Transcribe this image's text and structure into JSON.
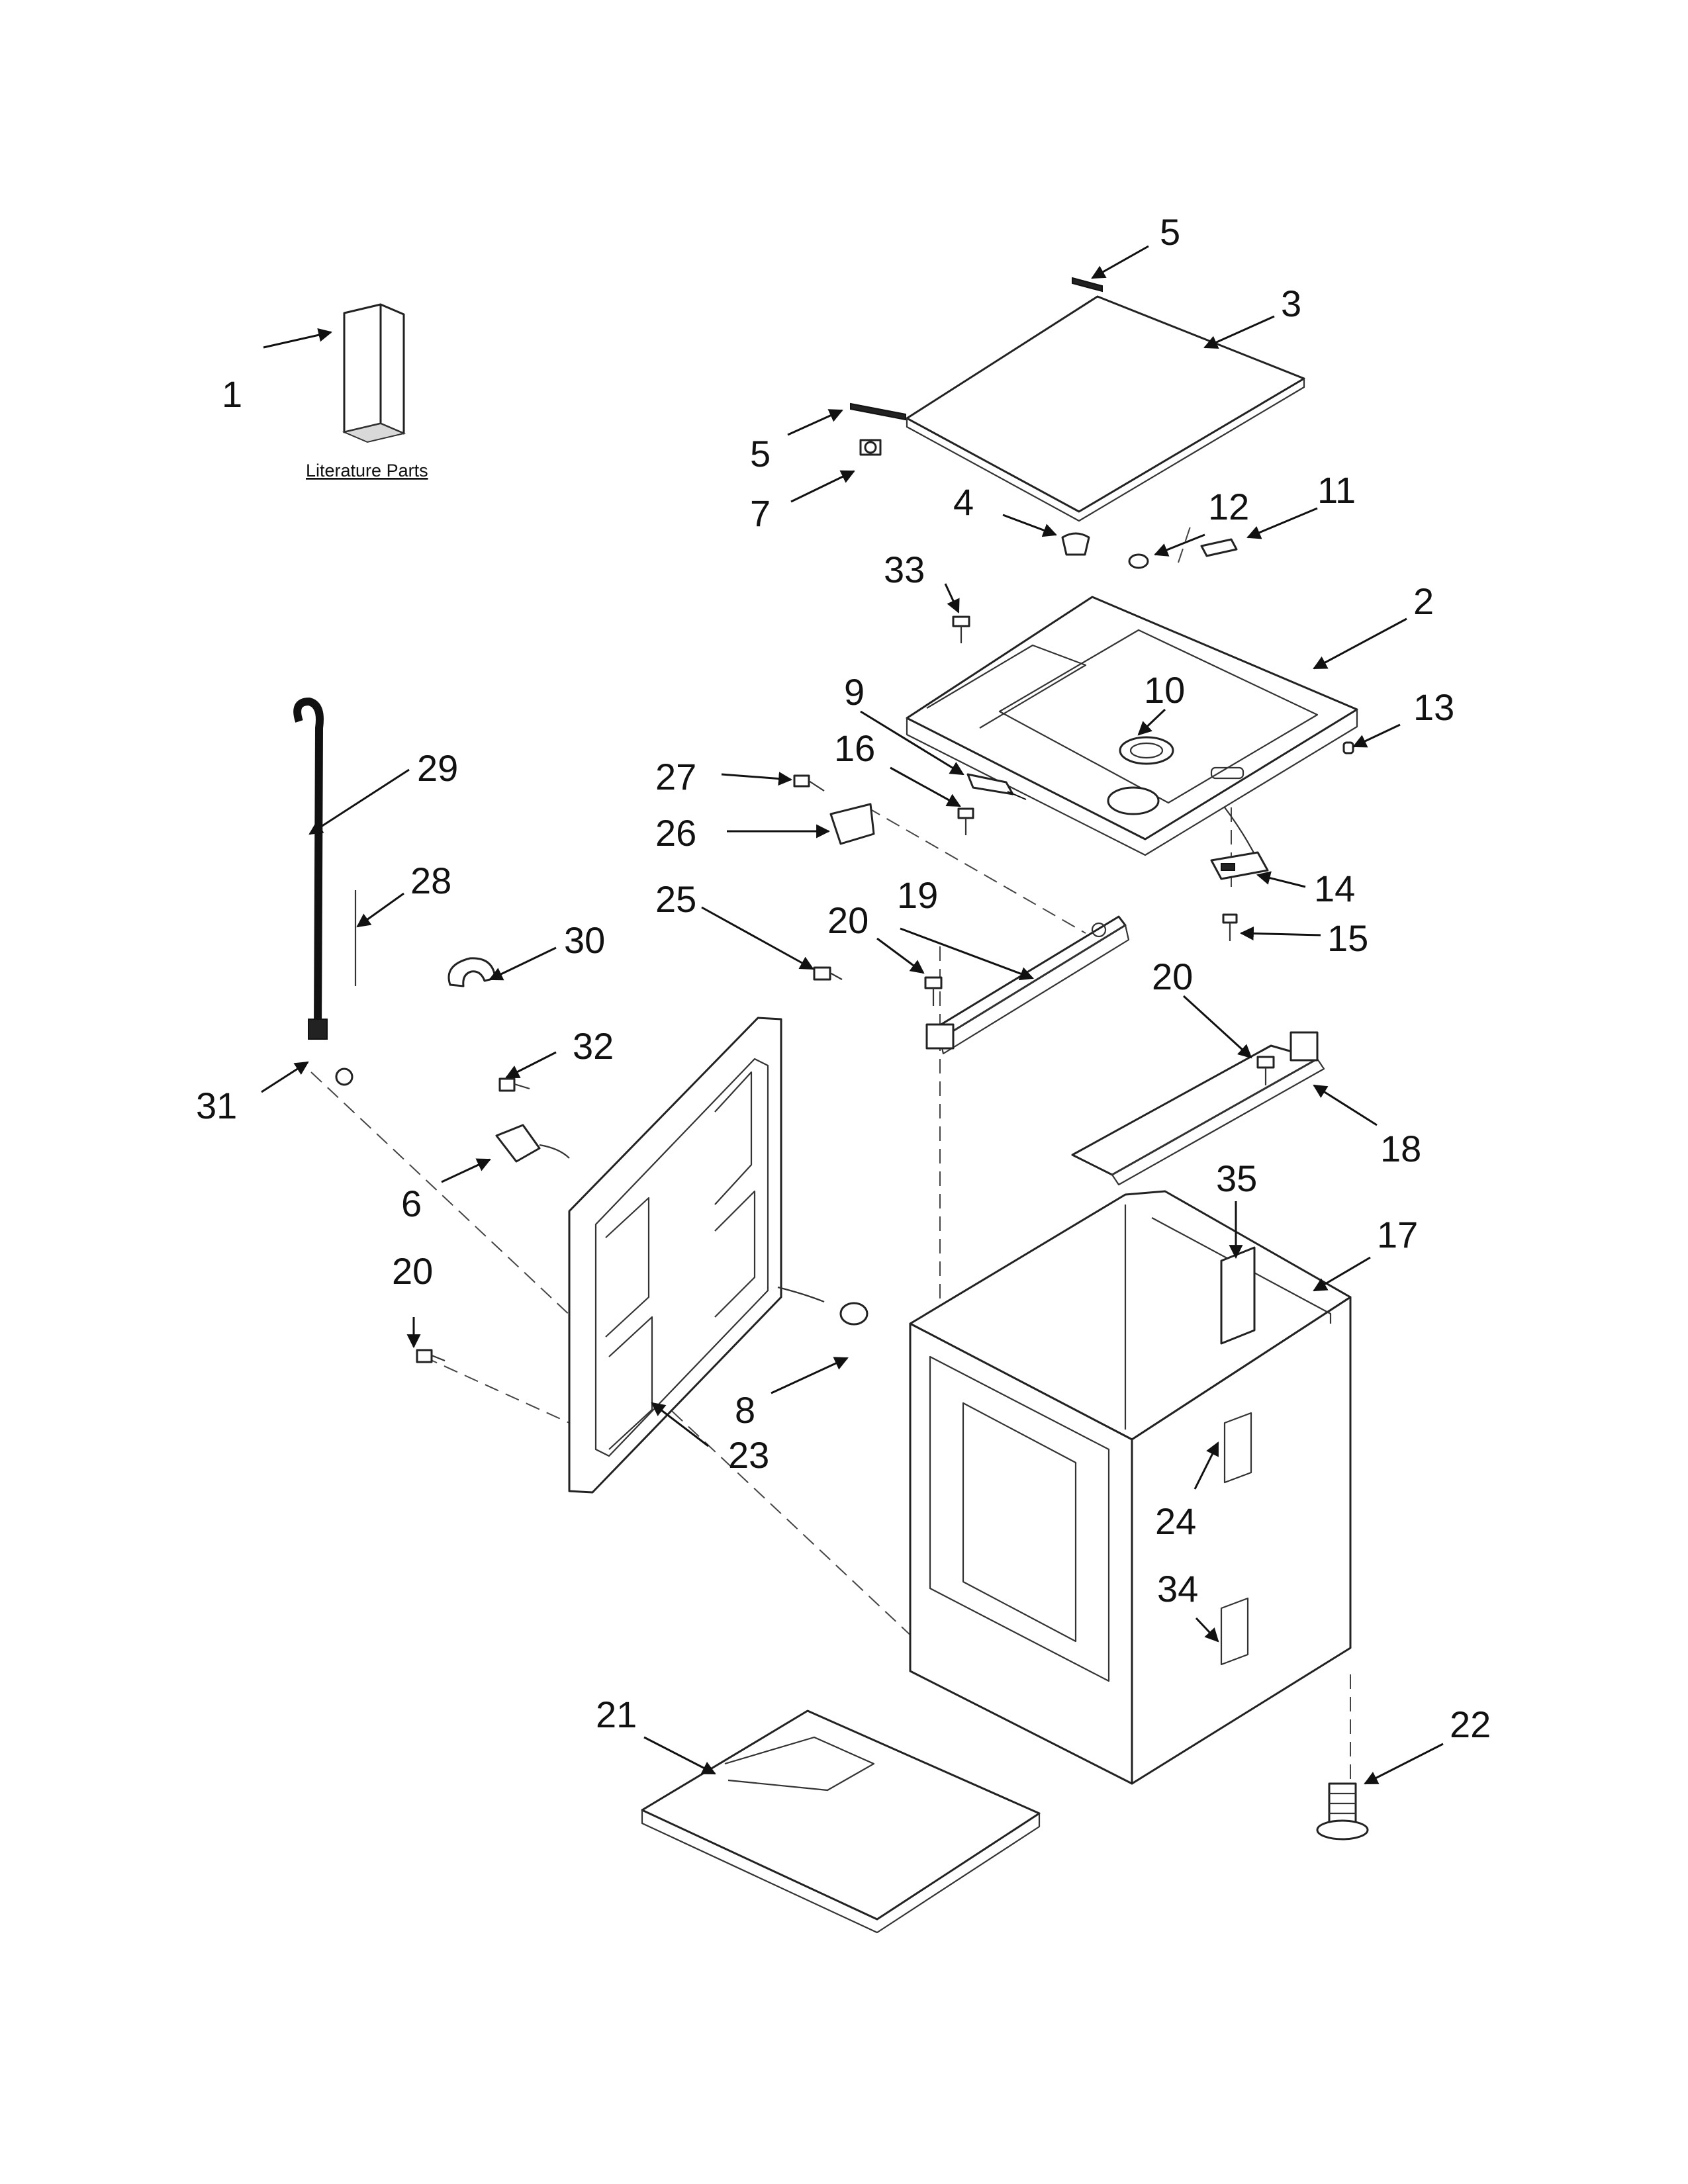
{
  "literature_label": "Literature Parts",
  "callouts": [
    "1",
    "2",
    "3",
    "4",
    "5",
    "5",
    "6",
    "7",
    "8",
    "9",
    "10",
    "11",
    "12",
    "13",
    "14",
    "15",
    "16",
    "17",
    "18",
    "19",
    "20",
    "20",
    "20",
    "21",
    "22",
    "23",
    "24",
    "25",
    "26",
    "27",
    "28",
    "29",
    "30",
    "31",
    "32",
    "33",
    "34",
    "35"
  ]
}
